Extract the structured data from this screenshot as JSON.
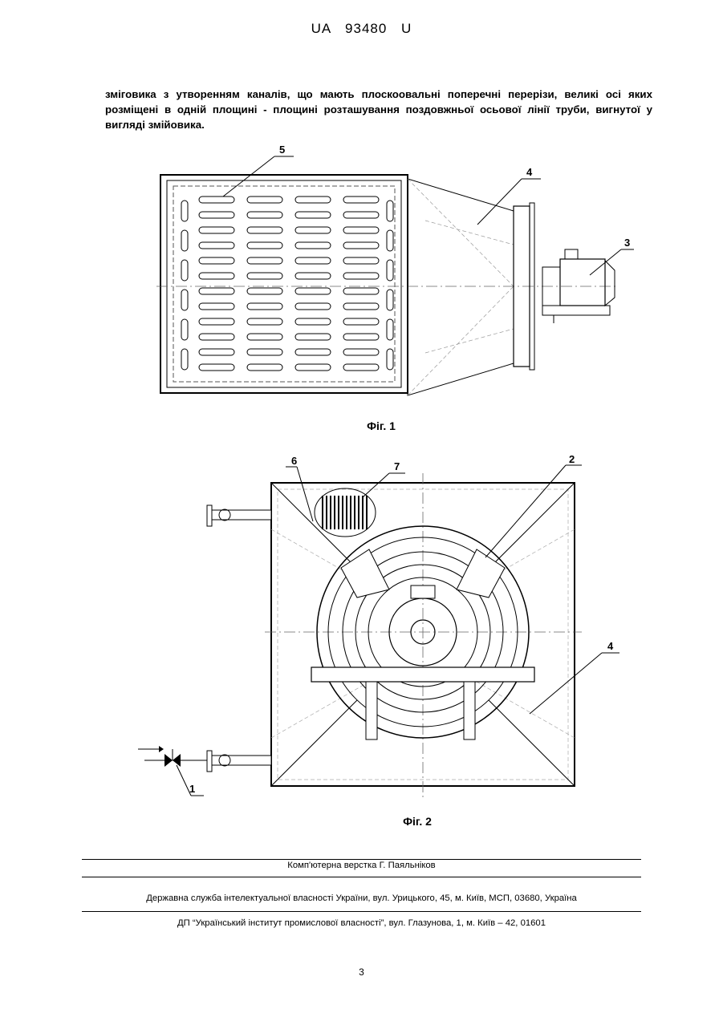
{
  "header": {
    "doc_id": "UA   93480   U"
  },
  "body": {
    "paragraph": "зміговика з утворенням каналів, що мають плоскоовальні поперечні перерізи, великі осі яких розміщені в одній площині - площині розташування поздовжньої осьової лінії труби, вигнутої у вигляді змійовика."
  },
  "figures": [
    {
      "caption": "Фіг. 1",
      "labels": [
        "5",
        "4",
        "3"
      ]
    },
    {
      "caption": "Фіг. 2",
      "labels": [
        "6",
        "7",
        "2",
        "4",
        "1"
      ]
    }
  ],
  "footer": {
    "layout_credit": "Комп'ютерна верстка Г. Паяльніков",
    "agency": "Державна служба інтелектуальної власності України, вул. Урицького, 45, м. Київ, МСП, 03680, Україна",
    "institute": "ДП “Український інститут промислової власності”, вул. Глазунова, 1, м. Київ – 42, 01601"
  },
  "page_number": "3"
}
